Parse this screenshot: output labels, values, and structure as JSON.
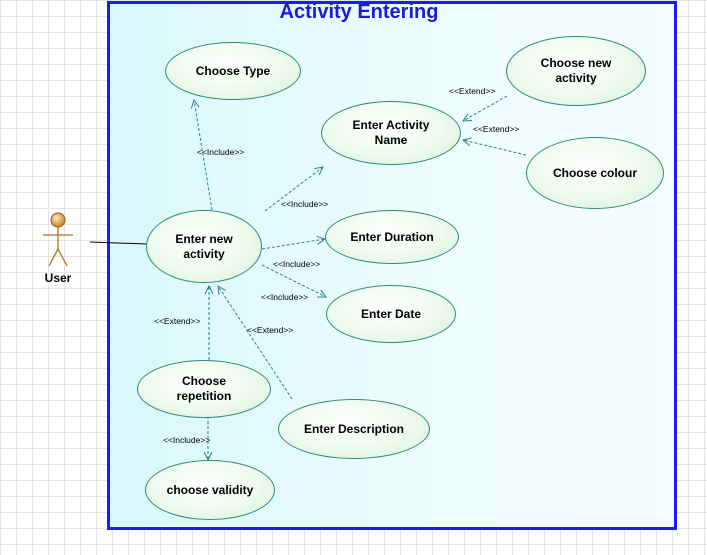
{
  "diagram": {
    "title": "Activity Entering",
    "actor": {
      "label": "User"
    },
    "use_cases": {
      "choose_type": "Choose Type",
      "enter_activity_name": "Enter Activity Name",
      "choose_new_activity": "Choose new activity",
      "choose_colour": "Choose colour",
      "enter_new_activity": "Enter new activity",
      "enter_duration": "Enter Duration",
      "enter_date": "Enter Date",
      "choose_repetition": "Choose repetition",
      "enter_description": "Enter Description",
      "choose_validity": "choose validity"
    },
    "relations": {
      "include": "<<Include>>",
      "extend": "<<Extend>>"
    }
  }
}
